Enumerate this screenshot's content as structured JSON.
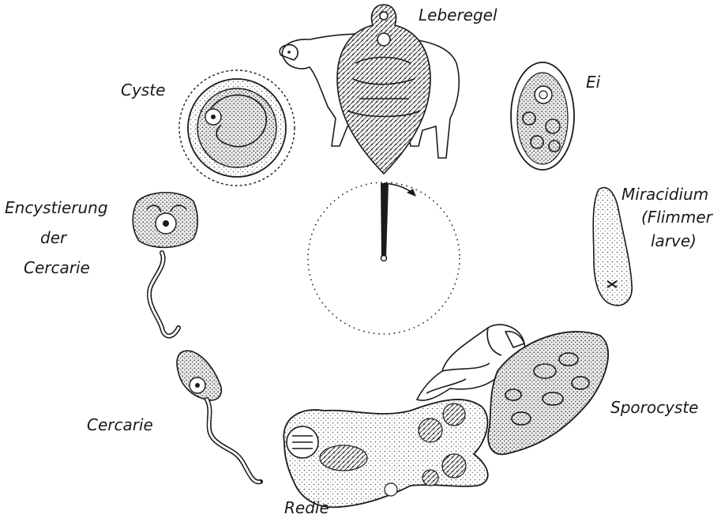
{
  "stages": {
    "adult": "Leberegel",
    "egg": "Ei",
    "miracidium_line1": "Miracidium",
    "miracidium_line2": "(Flimmer",
    "miracidium_line3": "larve)",
    "sporocyst": "Sporocyste",
    "redia": "Redie",
    "cercaria": "Cercarie",
    "encyst_line1": "Encystierung",
    "encyst_line2": "der",
    "encyst_line3": "Cercarie",
    "cyst": "Cyste"
  },
  "colors": {
    "ink": "#1a1a1a",
    "paper": "#ffffff",
    "stipple": "#d9d9d9"
  }
}
